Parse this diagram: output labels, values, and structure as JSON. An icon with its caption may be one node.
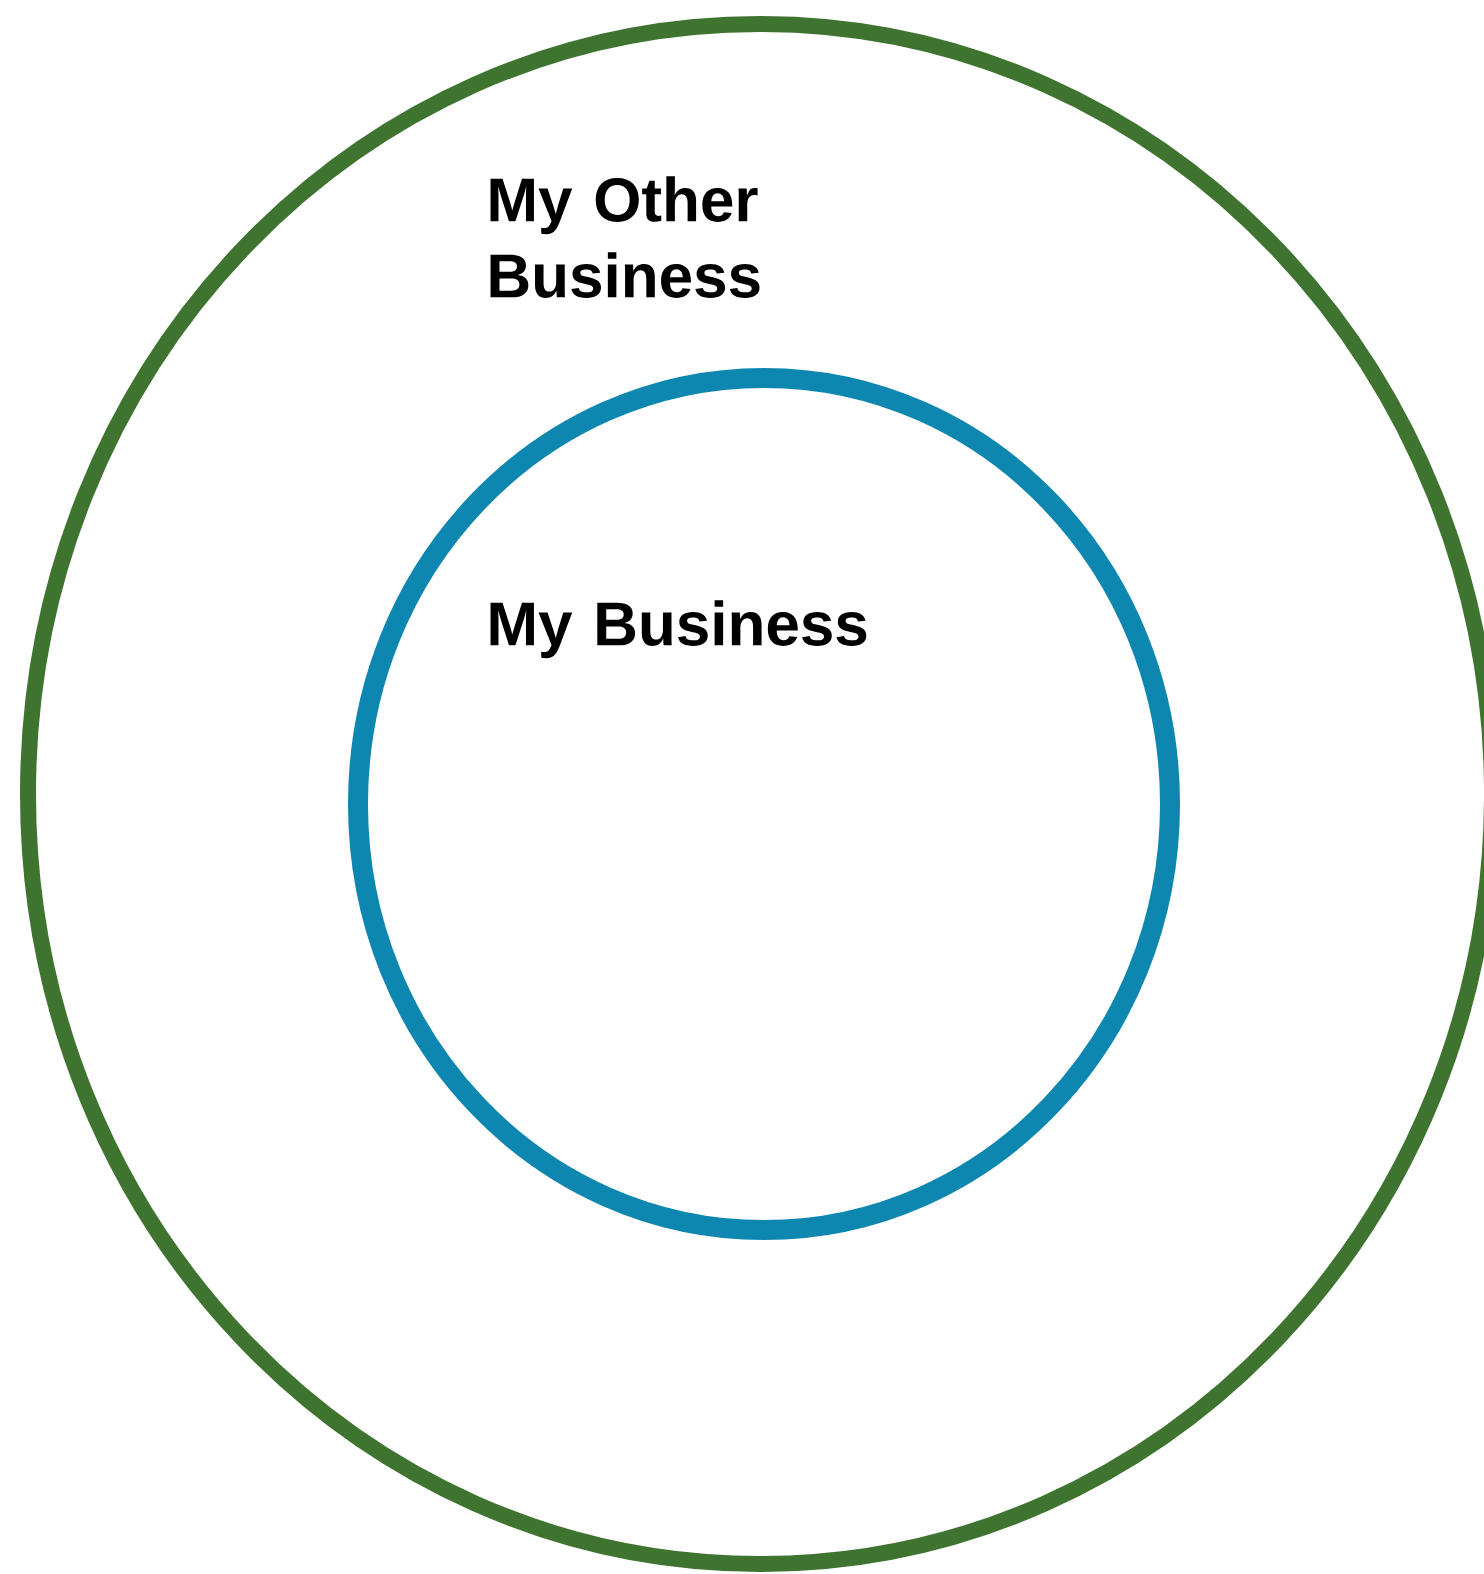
{
  "diagram": {
    "nodes": [
      {
        "text": [
          "My Other Business"
        ]
      },
      {
        "text": [
          "My Business"
        ],
        "in": 0
      }
    ]
  }
}
